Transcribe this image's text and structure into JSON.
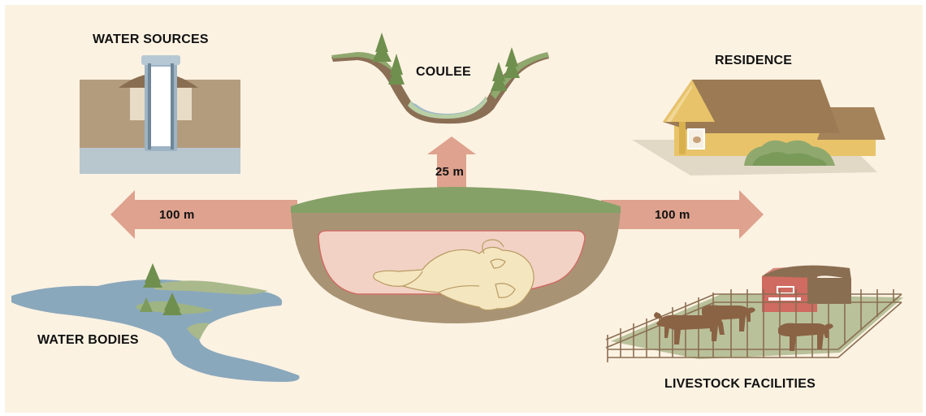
{
  "labels": {
    "water_sources": "WATER SOURCES",
    "coulee": "COULEE",
    "residence": "RESIDENCE",
    "water_bodies": "WATER BODIES",
    "livestock_facilities": "LIVESTOCK FACILITIES"
  },
  "distances": {
    "up": "25 m",
    "left": "100 m",
    "right": "100 m"
  },
  "colors": {
    "background": "#fcf2e2",
    "arrow": "#dea28e",
    "pit_soil": "#a89474",
    "grass": "#86a168",
    "burial_zone": "#f2d2c4",
    "water": "#8aa8bc"
  }
}
